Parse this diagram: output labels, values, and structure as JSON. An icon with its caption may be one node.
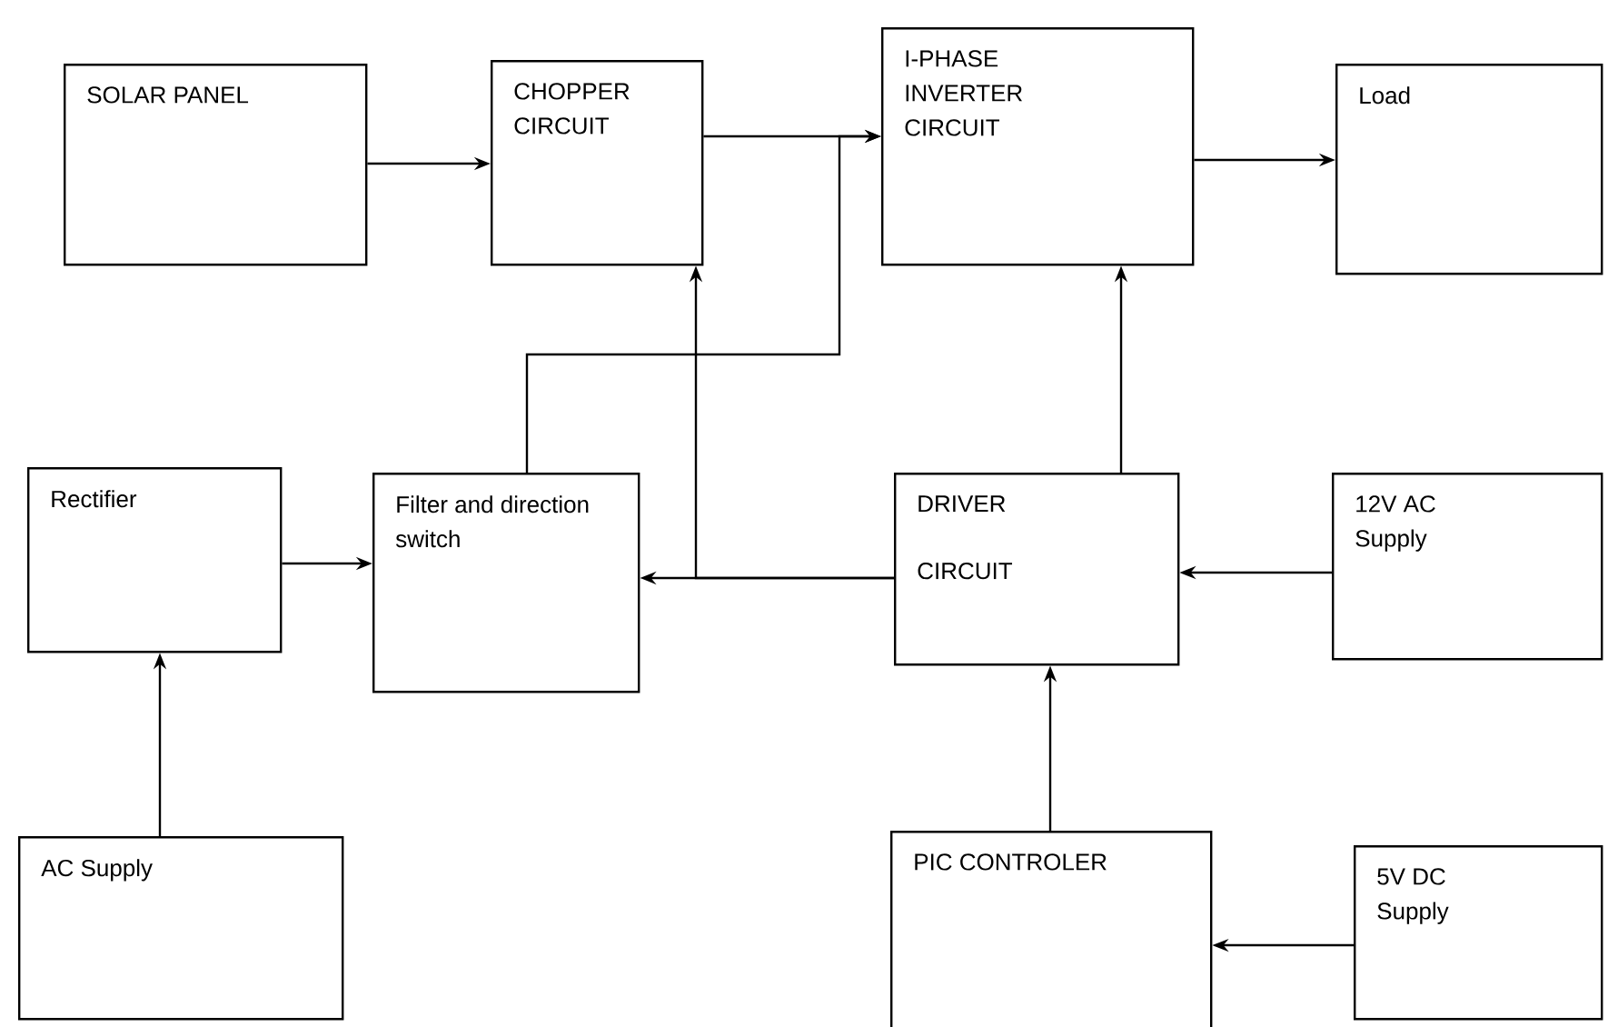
{
  "diagram": {
    "nodes": [
      {
        "text": [
          "SOLAR PANEL"
        ]
      },
      {
        "text": [
          "CHOPPER CIRCUIT"
        ]
      },
      {
        "text": [
          "I-PHASE INVERTER CIRCUIT"
        ]
      },
      {
        "text": [
          "Load"
        ]
      },
      {
        "text": [
          "Rectifier"
        ]
      },
      {
        "text": [
          "Filter and direction switch"
        ]
      },
      {
        "text": [
          "DRIVER",
          "CIRCUIT"
        ]
      },
      {
        "text": [
          "12V AC Supply"
        ]
      },
      {
        "text": [
          "AC Supply"
        ]
      },
      {
        "text": [
          "PIC CONTROLER"
        ]
      },
      {
        "text": [
          "5V DC Supply"
        ]
      }
    ],
    "edges": [
      {
        "from": 0,
        "to": 1,
        "arrow": "to"
      },
      {
        "from": 1,
        "to": 2,
        "arrow": "to"
      },
      {
        "from": 2,
        "to": 3,
        "arrow": "to"
      },
      {
        "from": 4,
        "to": 5,
        "arrow": "to"
      },
      {
        "from": 8,
        "to": 4,
        "arrow": "to"
      },
      {
        "from": 6,
        "to": 5,
        "arrow": "to"
      },
      {
        "from": 6,
        "to": 1,
        "arrow": "to"
      },
      {
        "from": 5,
        "to": 2,
        "arrow": "to"
      },
      {
        "from": 6,
        "to": 2,
        "arrow": "to"
      },
      {
        "from": 7,
        "to": 6,
        "arrow": "to"
      },
      {
        "from": 9,
        "to": 6,
        "arrow": "to"
      },
      {
        "from": 10,
        "to": 9,
        "arrow": "to"
      }
    ]
  }
}
